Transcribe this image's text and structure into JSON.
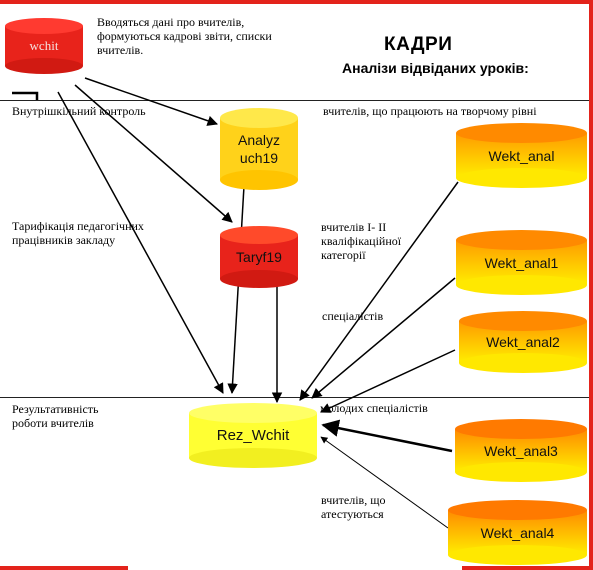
{
  "title": "КАДРИ",
  "subtitle": "Аналізи відвіданих уроків:",
  "notes": {
    "intro": "Вводяться дані про вчителів, формуються кадрові звіти, списки вчителів.",
    "internal_control": "Внутрішкільний контроль",
    "tariff": "Тарифікація педагогічних працівників закладу",
    "results": "Результативність роботи вчителів",
    "creative_teachers": "вчителів, що працюють на творчому рівні",
    "category_teachers": "вчителів І- ІІ кваліфікаційної категорії",
    "specialists": "спеціалістів",
    "young_specialists": "молодих спеціалістів",
    "attesting_teachers": "вчителів, що атестуються"
  },
  "databases": {
    "wchit": "wchit",
    "analyz": "Analyz uch19",
    "taryf": "Taryf19",
    "rez": "Rez_Wchit",
    "wekt_anal": "Wekt_anal",
    "wekt_anal1": "Wekt_anal1",
    "wekt_anal2": "Wekt_anal2",
    "wekt_anal3": "Wekt_anal3",
    "wekt_anal4": "Wekt_anal4"
  },
  "colors": {
    "frame": "#e3231b",
    "red_fill": "#e8231b",
    "yellow_fill": "#ffff33",
    "orange_top": "#ff9a00",
    "orange_bottom": "#ffee00"
  }
}
